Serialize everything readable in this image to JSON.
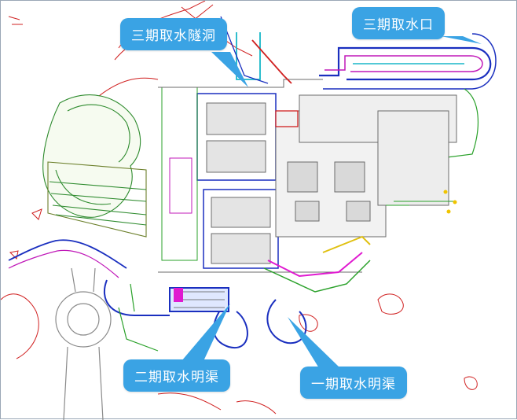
{
  "labels": {
    "tunnel_phase3": "三期取水隧洞",
    "intake_phase3": "三期取水口",
    "channel_phase2": "二期取水明渠",
    "channel_phase1": "一期取水明渠"
  },
  "colors": {
    "callout": "#3aa3e4",
    "contour": "#d02020",
    "water_blue": "#1a2fbf",
    "cyan": "#18b7c8",
    "green": "#2aa12a",
    "magenta": "#e01ad0",
    "gray": "#6b6b6b"
  }
}
